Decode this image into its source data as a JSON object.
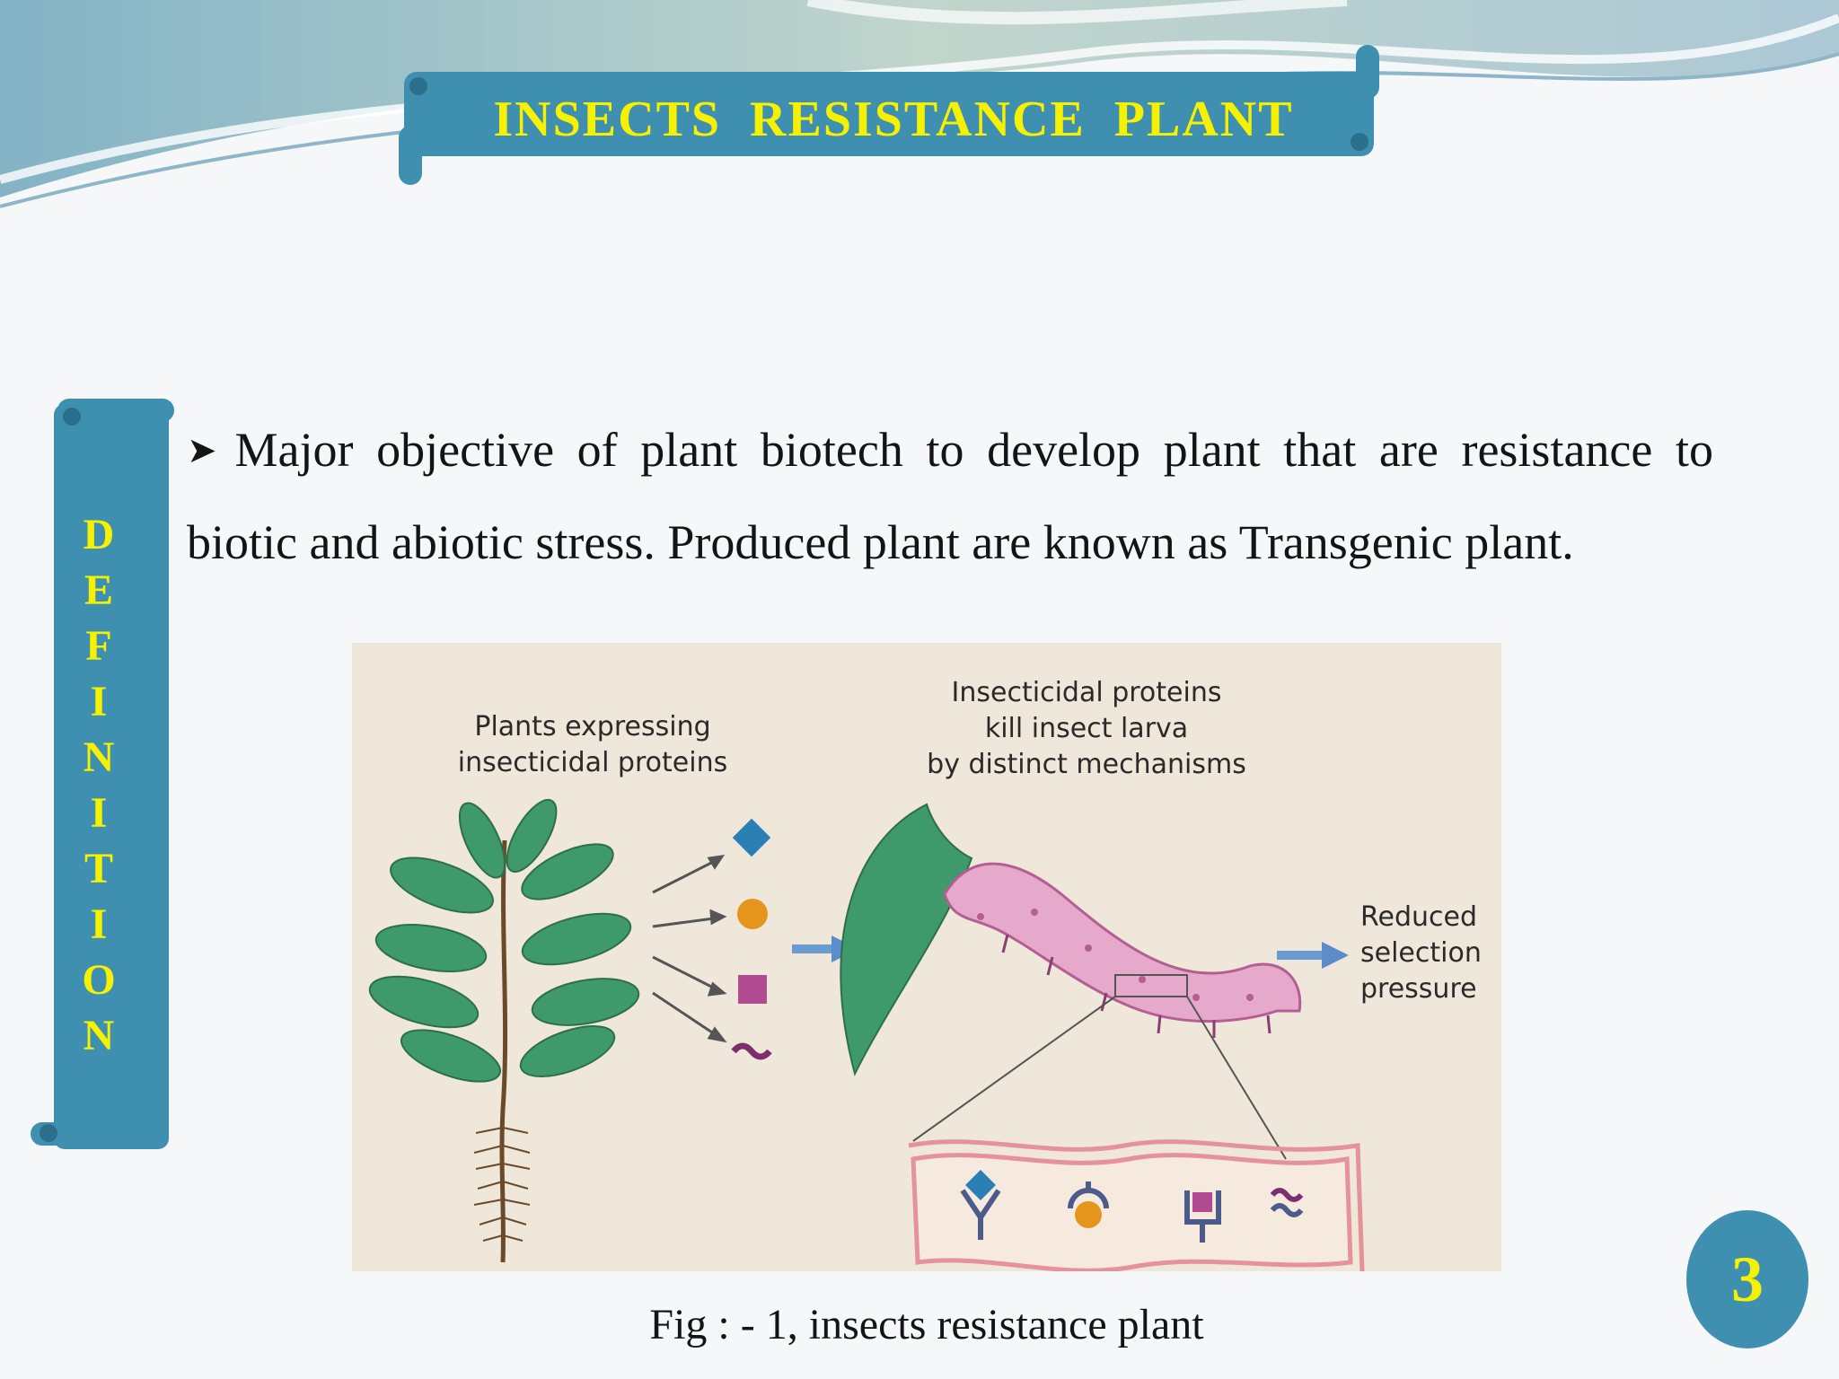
{
  "title": "INSECTS  RESISTANCE  PLANT",
  "side_banner": {
    "letters": [
      "D",
      "E",
      "F",
      "I",
      "N",
      "I",
      "T",
      "I",
      "O",
      "N"
    ]
  },
  "body": {
    "bullet_icon": "arrow-bullet-icon",
    "text": "Major objective of plant biotech to develop plant that are resistance to biotic and  abiotic  stress. Produced  plant  are known  as Transgenic plant."
  },
  "figure": {
    "label_plants": "Plants expressing\ninsecticidal proteins",
    "label_proteins": "Insecticidal proteins\nkill insect larva\nby distinct mechanisms",
    "label_reduced": "Reduced\nselection\npressure",
    "caption": "Fig : - 1, insects resistance plant"
  },
  "page_number": "3",
  "colors": {
    "banner": "#3f90b0",
    "banner_text": "#f6f100",
    "figure_bg": "#efe7d9"
  }
}
